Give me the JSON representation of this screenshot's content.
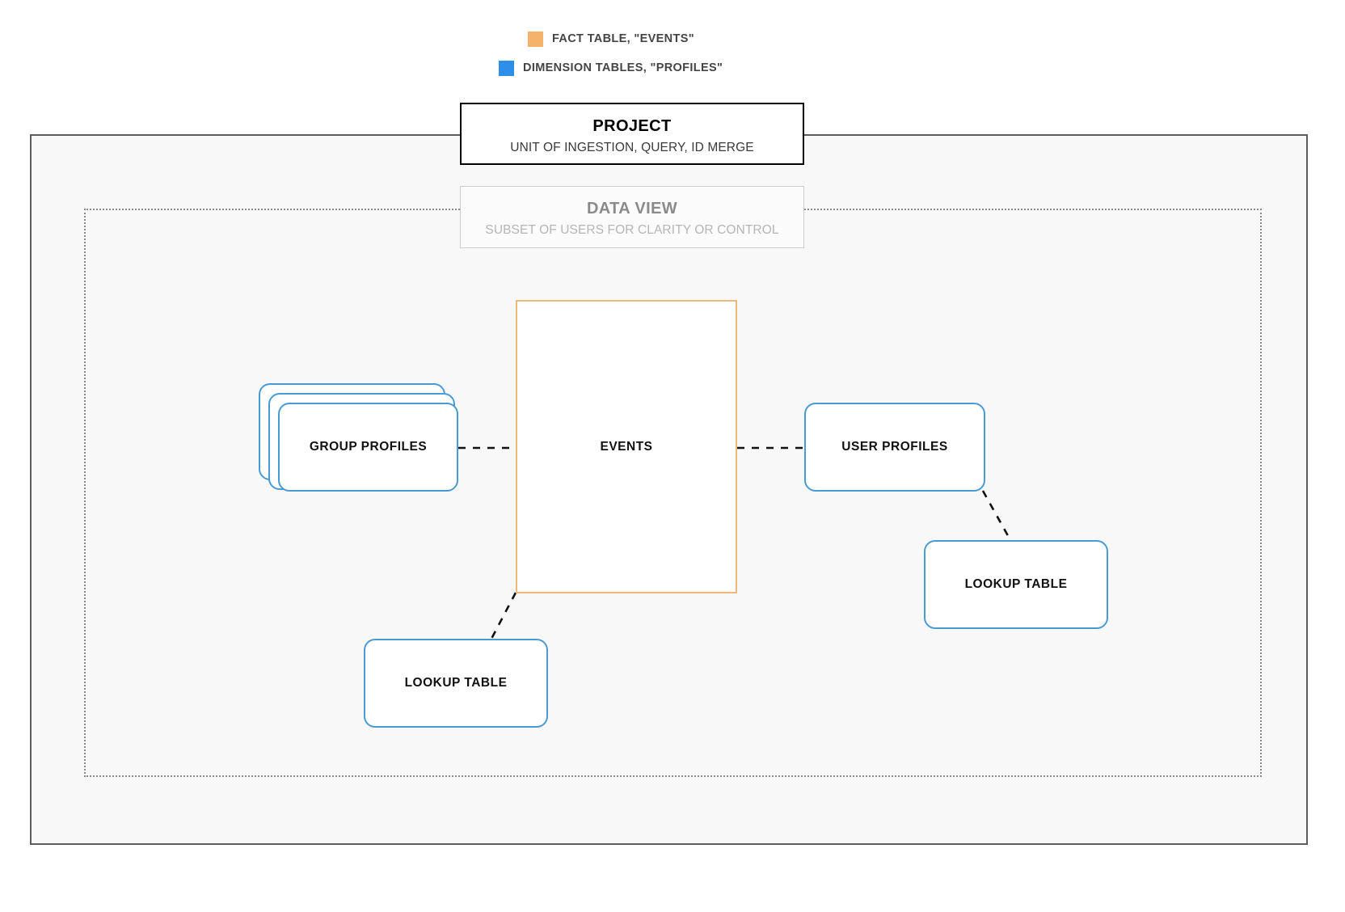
{
  "legend": {
    "items": [
      {
        "label": "FACT TABLE, \"EVENTS\"",
        "color": "#f5b26b",
        "icon": "square-swatch-icon"
      },
      {
        "label": "DIMENSION TABLES, \"PROFILES\"",
        "color": "#2e8fe8",
        "icon": "square-swatch-icon"
      }
    ]
  },
  "project": {
    "title": "PROJECT",
    "subtitle": "UNIT OF INGESTION, QUERY, ID MERGE",
    "border_color": "#000000"
  },
  "data_view": {
    "title": "DATA VIEW",
    "subtitle": "SUBSET OF USERS FOR CLARITY OR CONTROL",
    "border_color": "#cccccc",
    "text_color": "#b5b5b5"
  },
  "nodes": {
    "events": {
      "label": "EVENTS",
      "type": "fact-table",
      "border_color": "#edb878"
    },
    "group_profiles": {
      "label": "GROUP PROFILES",
      "type": "dimension-table-stack",
      "stack_count": 3,
      "border_color": "#4a9ad4"
    },
    "user_profiles": {
      "label": "USER PROFILES",
      "type": "dimension-table",
      "border_color": "#4a9ad4"
    },
    "lookup_left": {
      "label": "LOOKUP TABLE",
      "type": "dimension-table",
      "border_color": "#4a9ad4"
    },
    "lookup_right": {
      "label": "LOOKUP TABLE",
      "type": "dimension-table",
      "border_color": "#4a9ad4"
    }
  },
  "connections": [
    {
      "from": "group-profiles",
      "to": "events",
      "style": "dashed"
    },
    {
      "from": "events",
      "to": "user-profiles",
      "style": "dashed"
    },
    {
      "from": "events",
      "to": "lookup-left",
      "style": "dashed"
    },
    {
      "from": "user-profiles",
      "to": "lookup-right",
      "style": "dashed"
    }
  ]
}
